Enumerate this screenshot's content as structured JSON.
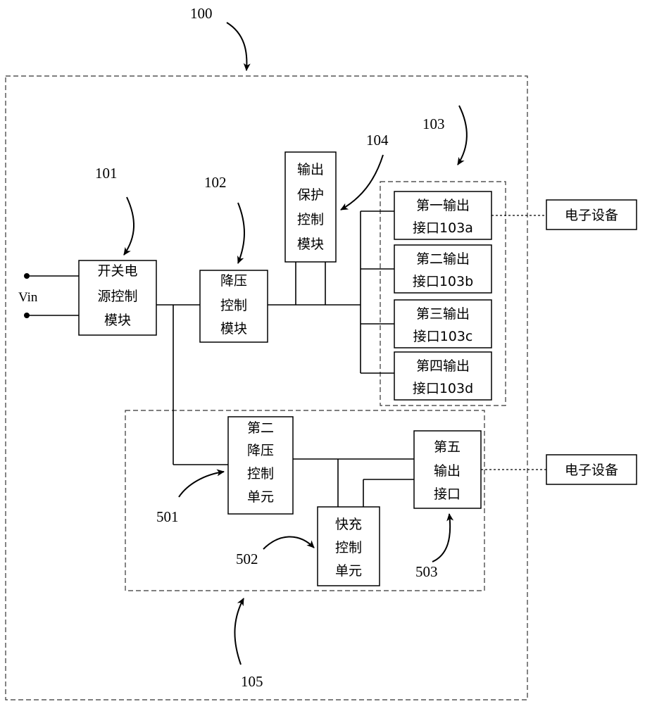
{
  "labels": {
    "system": "100",
    "power_module": "101",
    "buck_module": "102",
    "ports_group": "103",
    "protection_module": "104",
    "sub_system": "105",
    "second_buck": "501",
    "fast_charge": "502",
    "fifth_port": "503",
    "vin": "Vin"
  },
  "blocks": {
    "power": [
      "开关电",
      "源控制",
      "模块"
    ],
    "buck": [
      "降压",
      "控制",
      "模块"
    ],
    "protect": [
      "输出",
      "保护",
      "控制",
      "模块"
    ],
    "port1": [
      "第一输出",
      "接口103a"
    ],
    "port2": [
      "第二输出",
      "接口103b"
    ],
    "port3": [
      "第三输出",
      "接口103c"
    ],
    "port4": [
      "第四输出",
      "接口103d"
    ],
    "device1": "电子设备",
    "buck2": [
      "第二",
      "降压",
      "控制",
      "单元"
    ],
    "fast": [
      "快充",
      "控制",
      "单元"
    ],
    "port5": [
      "第五",
      "输出",
      "接口"
    ],
    "device2": "电子设备"
  }
}
